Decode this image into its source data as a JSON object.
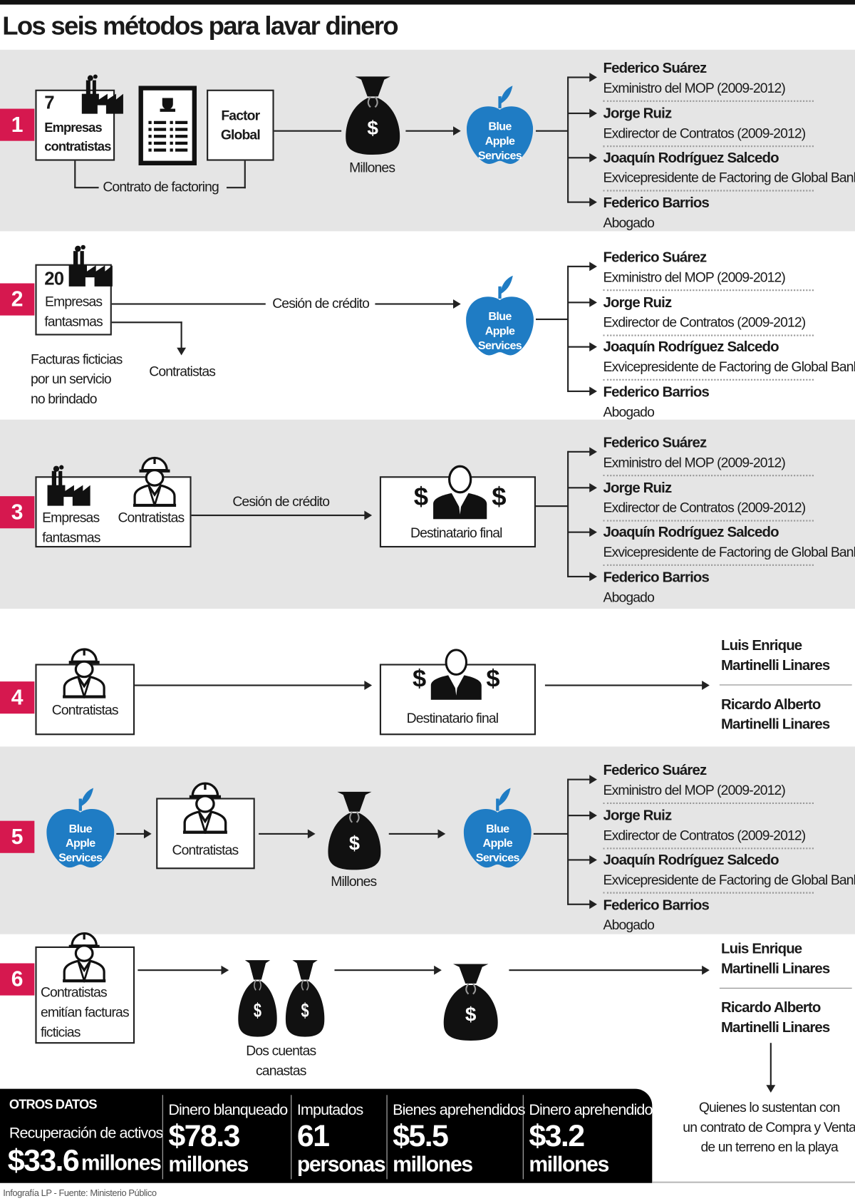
{
  "title": "Los seis métodos para lavar dinero",
  "colors": {
    "accent": "#d6184f",
    "apple_blue": "#1f7cc4",
    "band_gray": "#e5e5e5"
  },
  "icons": [
    "factory-icon",
    "contract-document-icon",
    "money-bag-icon",
    "apple-icon",
    "worker-icon",
    "final-recipient-icon"
  ],
  "apple_label": [
    "Blue",
    "Apple",
    "Services"
  ],
  "officials": [
    {
      "name": "Federico Suárez",
      "role": "Exministro del MOP (2009-2012)"
    },
    {
      "name": "Jorge Ruiz",
      "role": "Exdirector de Contratos (2009-2012)"
    },
    {
      "name": "Joaquín Rodríguez Salcedo",
      "role": "Exvicepresidente de Factoring de Global Bank"
    },
    {
      "name": "Federico Barrios",
      "role": "Abogado"
    }
  ],
  "martinellis": [
    [
      "Luis Enrique",
      "Martinelli Linares"
    ],
    [
      "Ricardo Alberto",
      "Martinelli Linares"
    ]
  ],
  "s1": {
    "num": "1",
    "count": "7",
    "label": [
      "Empresas",
      "contratistas"
    ],
    "factor": [
      "Factor",
      "Global"
    ],
    "bracket": "Contrato de factoring",
    "bag": "Millones"
  },
  "s2": {
    "num": "2",
    "count": "20",
    "label": [
      "Empresas",
      "fantasmas"
    ],
    "flow": "Cesión de crédito",
    "branch": "Contratistas",
    "note": [
      "Facturas ficticias",
      "por un servicio",
      "no brindado"
    ]
  },
  "s3": {
    "num": "3",
    "label1": [
      "Empresas",
      "fantasmas"
    ],
    "label2": "Contratistas",
    "flow": "Cesión de crédito",
    "dest": "Destinatario final"
  },
  "s4": {
    "num": "4",
    "label": "Contratistas",
    "dest": "Destinatario final"
  },
  "s5": {
    "num": "5",
    "label": "Contratistas",
    "bag": "Millones"
  },
  "s6": {
    "num": "6",
    "label": [
      "Contratistas",
      "emitían facturas",
      "ficticias"
    ],
    "bags": [
      "Dos cuentas",
      "canastas"
    ],
    "note": [
      "Quienes lo sustentan con",
      "un contrato de Compra y Venta",
      "de un terreno en la playa"
    ]
  },
  "otros": {
    "heading": "OTROS DATOS",
    "items": [
      {
        "label": "Recuperación de activos",
        "value": "$33.6",
        "unit": "millones"
      },
      {
        "label": "Dinero blanqueado",
        "value": "$78.3",
        "unit": "millones"
      },
      {
        "label": "Imputados",
        "value": "61",
        "unit": "personas"
      },
      {
        "label": "Bienes aprehendidos",
        "value": "$5.5",
        "unit": "millones"
      },
      {
        "label": "Dinero aprehendido",
        "value": "$3.2",
        "unit": "millones"
      }
    ]
  },
  "footer": "Infografía LP - Fuente: Ministerio Público"
}
